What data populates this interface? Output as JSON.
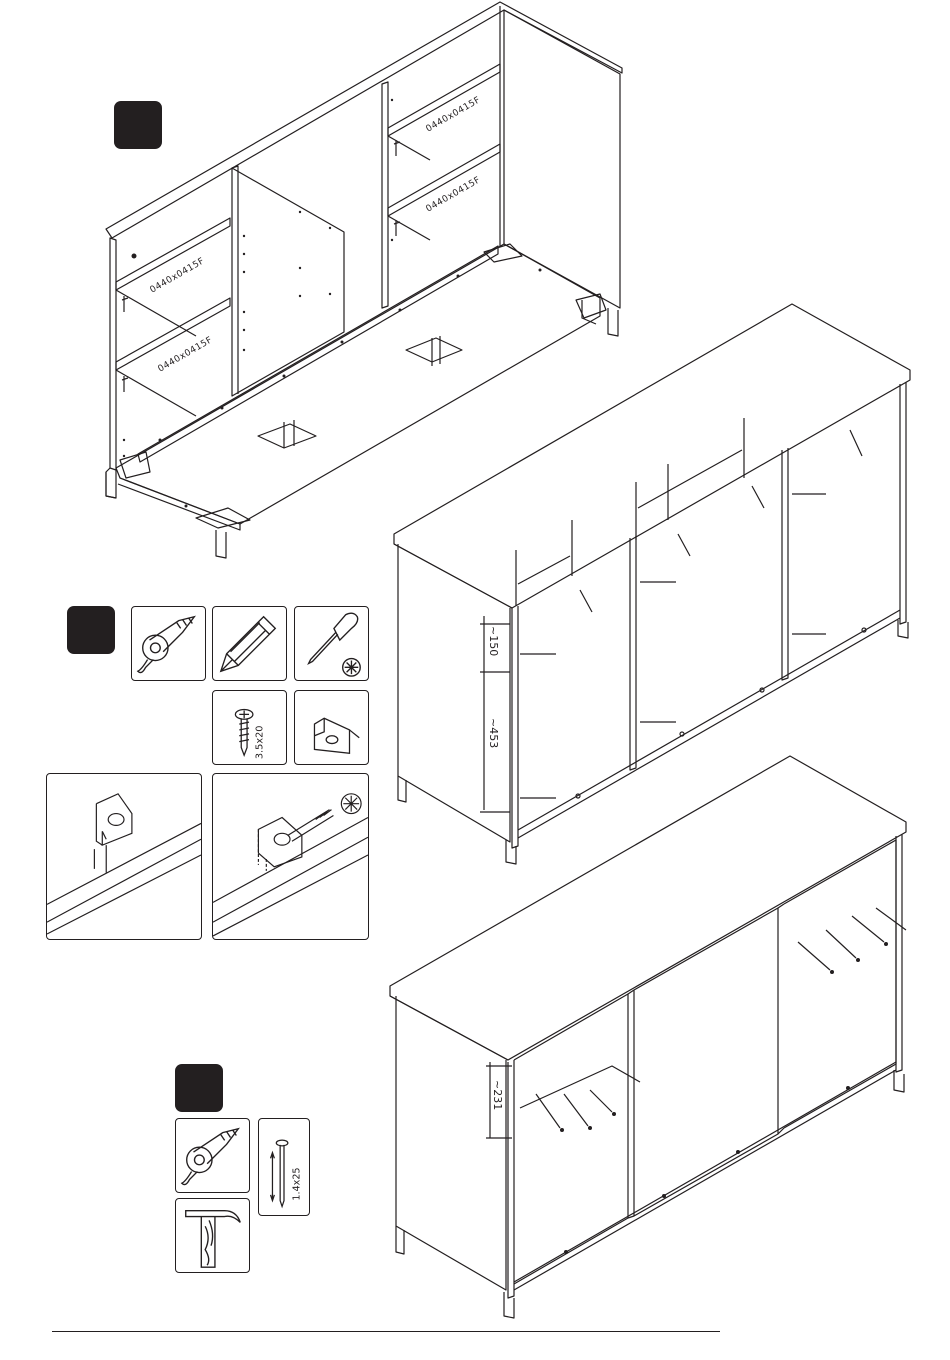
{
  "step_badges": [
    {
      "name": "step-badge-1"
    },
    {
      "name": "step-badge-2"
    },
    {
      "name": "step-badge-3"
    }
  ],
  "shelf_labels": [
    "0440x0415F",
    "0440x0415F",
    "0440x0415F",
    "0440x0415F"
  ],
  "dimensions": {
    "upper_mark": "~150",
    "lower_mark": "~453",
    "door_mark": "~231"
  },
  "parts": {
    "screw_size": "3.5x20",
    "nail_size": "1.4x25"
  },
  "tools": {
    "step2": [
      "tape-measure-icon",
      "pencil-icon",
      "phillips-screwdriver-icon"
    ],
    "step3": [
      "tape-measure-icon",
      "hammer-icon"
    ]
  },
  "colors": {
    "ink": "#231f20",
    "paper": "#ffffff"
  }
}
